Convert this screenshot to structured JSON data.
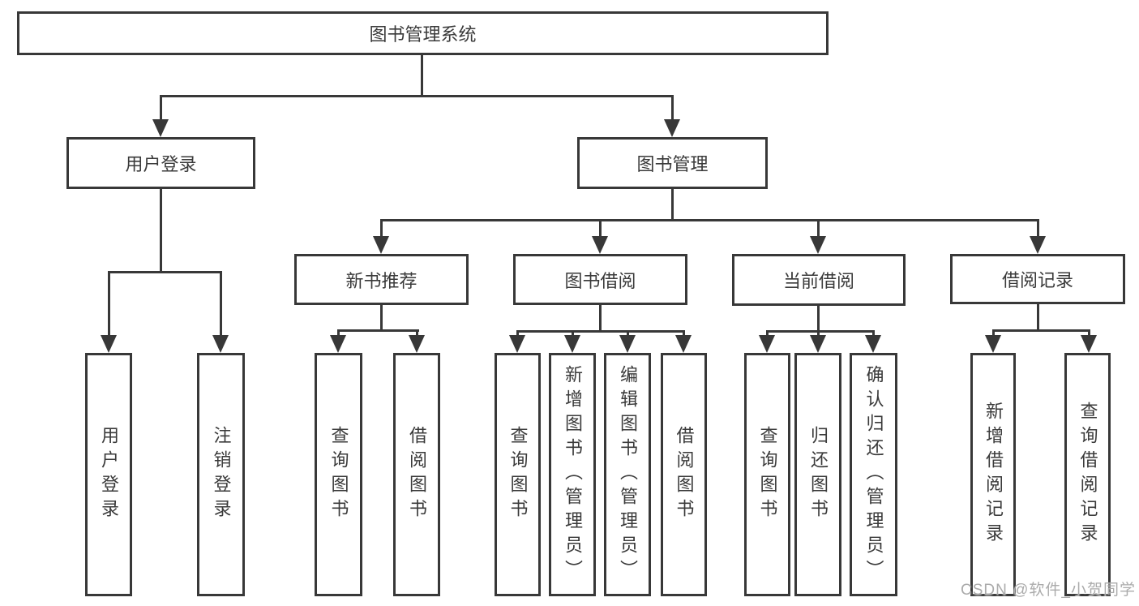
{
  "tree": {
    "root": {
      "label": "图书管理系统"
    },
    "level2": [
      {
        "label": "用户登录"
      },
      {
        "label": "图书管理"
      }
    ],
    "level3": [
      {
        "label": "新书推荐"
      },
      {
        "label": "图书借阅"
      },
      {
        "label": "当前借阅"
      },
      {
        "label": "借阅记录"
      }
    ],
    "leaves": {
      "user_login": [
        "用户登录",
        "注销登录"
      ],
      "new_book_recommend": [
        "查询图书",
        "借阅图书"
      ],
      "book_borrowing": [
        "查询图书",
        "新增图书（管理员）",
        "编辑图书（管理员）",
        "借阅图书"
      ],
      "current_borrowing": [
        "查询图书",
        "归还图书",
        "确认归还（管理员）"
      ],
      "borrow_records": [
        "新增借阅记录",
        "查询借阅记录"
      ]
    }
  },
  "watermark": "CSDN @软件_小贺同学",
  "colors": {
    "line": "#383838",
    "text": "#3a3a3a",
    "background": "#ffffff",
    "watermark": "#ababab"
  }
}
